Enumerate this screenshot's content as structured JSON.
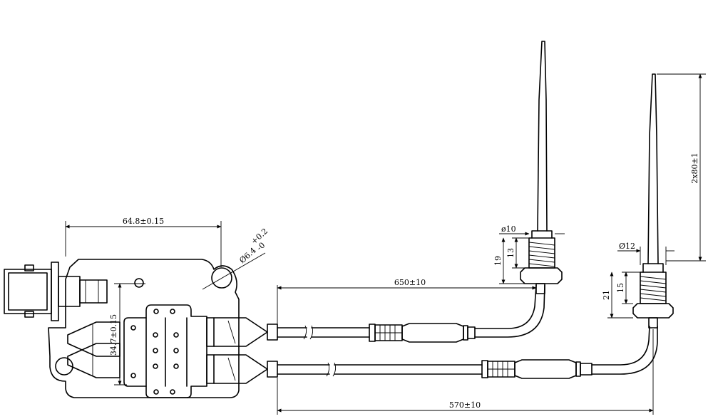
{
  "dimensions": {
    "box_width": "64.8±0.15",
    "hole_dia_symbol": "Ø6.4",
    "hole_tol_upper": "+0.2",
    "hole_tol_lower": "-0",
    "box_height": "34.7±0.15",
    "upper_cable_length": "650±10",
    "lower_cable_length": "570±10",
    "upper_hex_dia": "ø10",
    "upper_thread_len": "13",
    "upper_fitting_len": "19",
    "lower_hex_dia": "Ø12",
    "lower_thread_len": "15",
    "lower_fitting_len": "21",
    "probe_length": "2x80±1"
  }
}
